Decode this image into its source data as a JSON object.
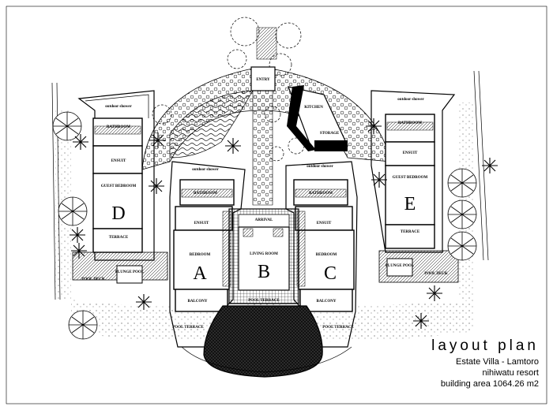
{
  "title": {
    "main": "layout plan",
    "project": "Estate Villa - Lamtoro",
    "resort": "nihiwatu resort",
    "area": "building area 1064.26 m2"
  },
  "units": {
    "A": {
      "letter": "A",
      "outdoor": "outdoor shower",
      "bath": "BATHROOM",
      "ensuit": "ENSUIT",
      "bedroom": "BEDROOM",
      "balcony": "BALCONY",
      "terrace": "POOL TERRACE"
    },
    "B": {
      "letter": "B",
      "arrival": "ARRIVAL",
      "living": "LIVING ROOM",
      "pool": "POOL TERRACE"
    },
    "C": {
      "letter": "C",
      "outdoor": "outdoor shower",
      "bath": "BATHROOM",
      "ensuit": "ENSUIT",
      "bedroom": "BEDROOM",
      "balcony": "BALCONY",
      "terrace": "POOL TERRACE"
    },
    "D": {
      "letter": "D",
      "outdoor": "outdoor shower",
      "bath": "BATHROOM",
      "ensuit": "ENSUIT",
      "guest": "GUEST BEDROOM",
      "terrace": "TERRACE",
      "plunge": "PLUNGE POOL",
      "deck": "POOL DECK"
    },
    "E": {
      "letter": "E",
      "outdoor": "outdoor shower",
      "bath": "BATHROOM",
      "ensuit": "ENSUIT",
      "guest": "GUEST BEDROOM",
      "terrace": "TERRACE",
      "plunge": "PLUNGE POOL",
      "deck": "POOL DECK"
    }
  },
  "service": {
    "entry": "ENTRY",
    "kitchen": "KITCHEN",
    "storage": "STORAGE"
  }
}
